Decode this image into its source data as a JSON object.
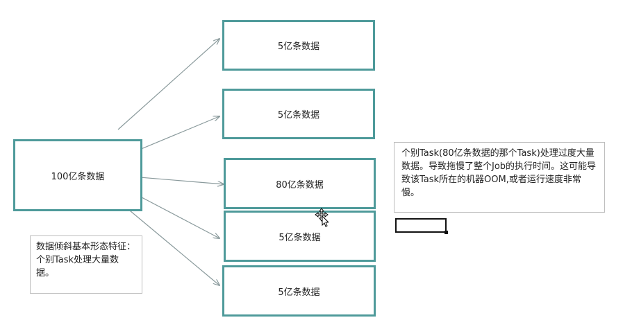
{
  "source": {
    "label": "100亿条数据"
  },
  "targets": [
    {
      "label": "5亿条数据"
    },
    {
      "label": "5亿条数据"
    },
    {
      "label": "80亿条数据"
    },
    {
      "label": "5亿条数据"
    },
    {
      "label": "5亿条数据"
    }
  ],
  "notes": {
    "left": "数据倾斜基本形态特征：个别Task处理大量数据。",
    "right": "个别Task(80亿条数据的那个Task)处理过度大量数据。导致拖慢了整个Job的执行时间。这可能导致该Task所在的机器OOM,或者运行速度非常慢。"
  },
  "colors": {
    "box_border": "#4e9a9a",
    "arrow": "#8a9a9c",
    "note_border": "#bdbdbd"
  },
  "icons": {
    "cursor": "move-cursor-icon"
  }
}
